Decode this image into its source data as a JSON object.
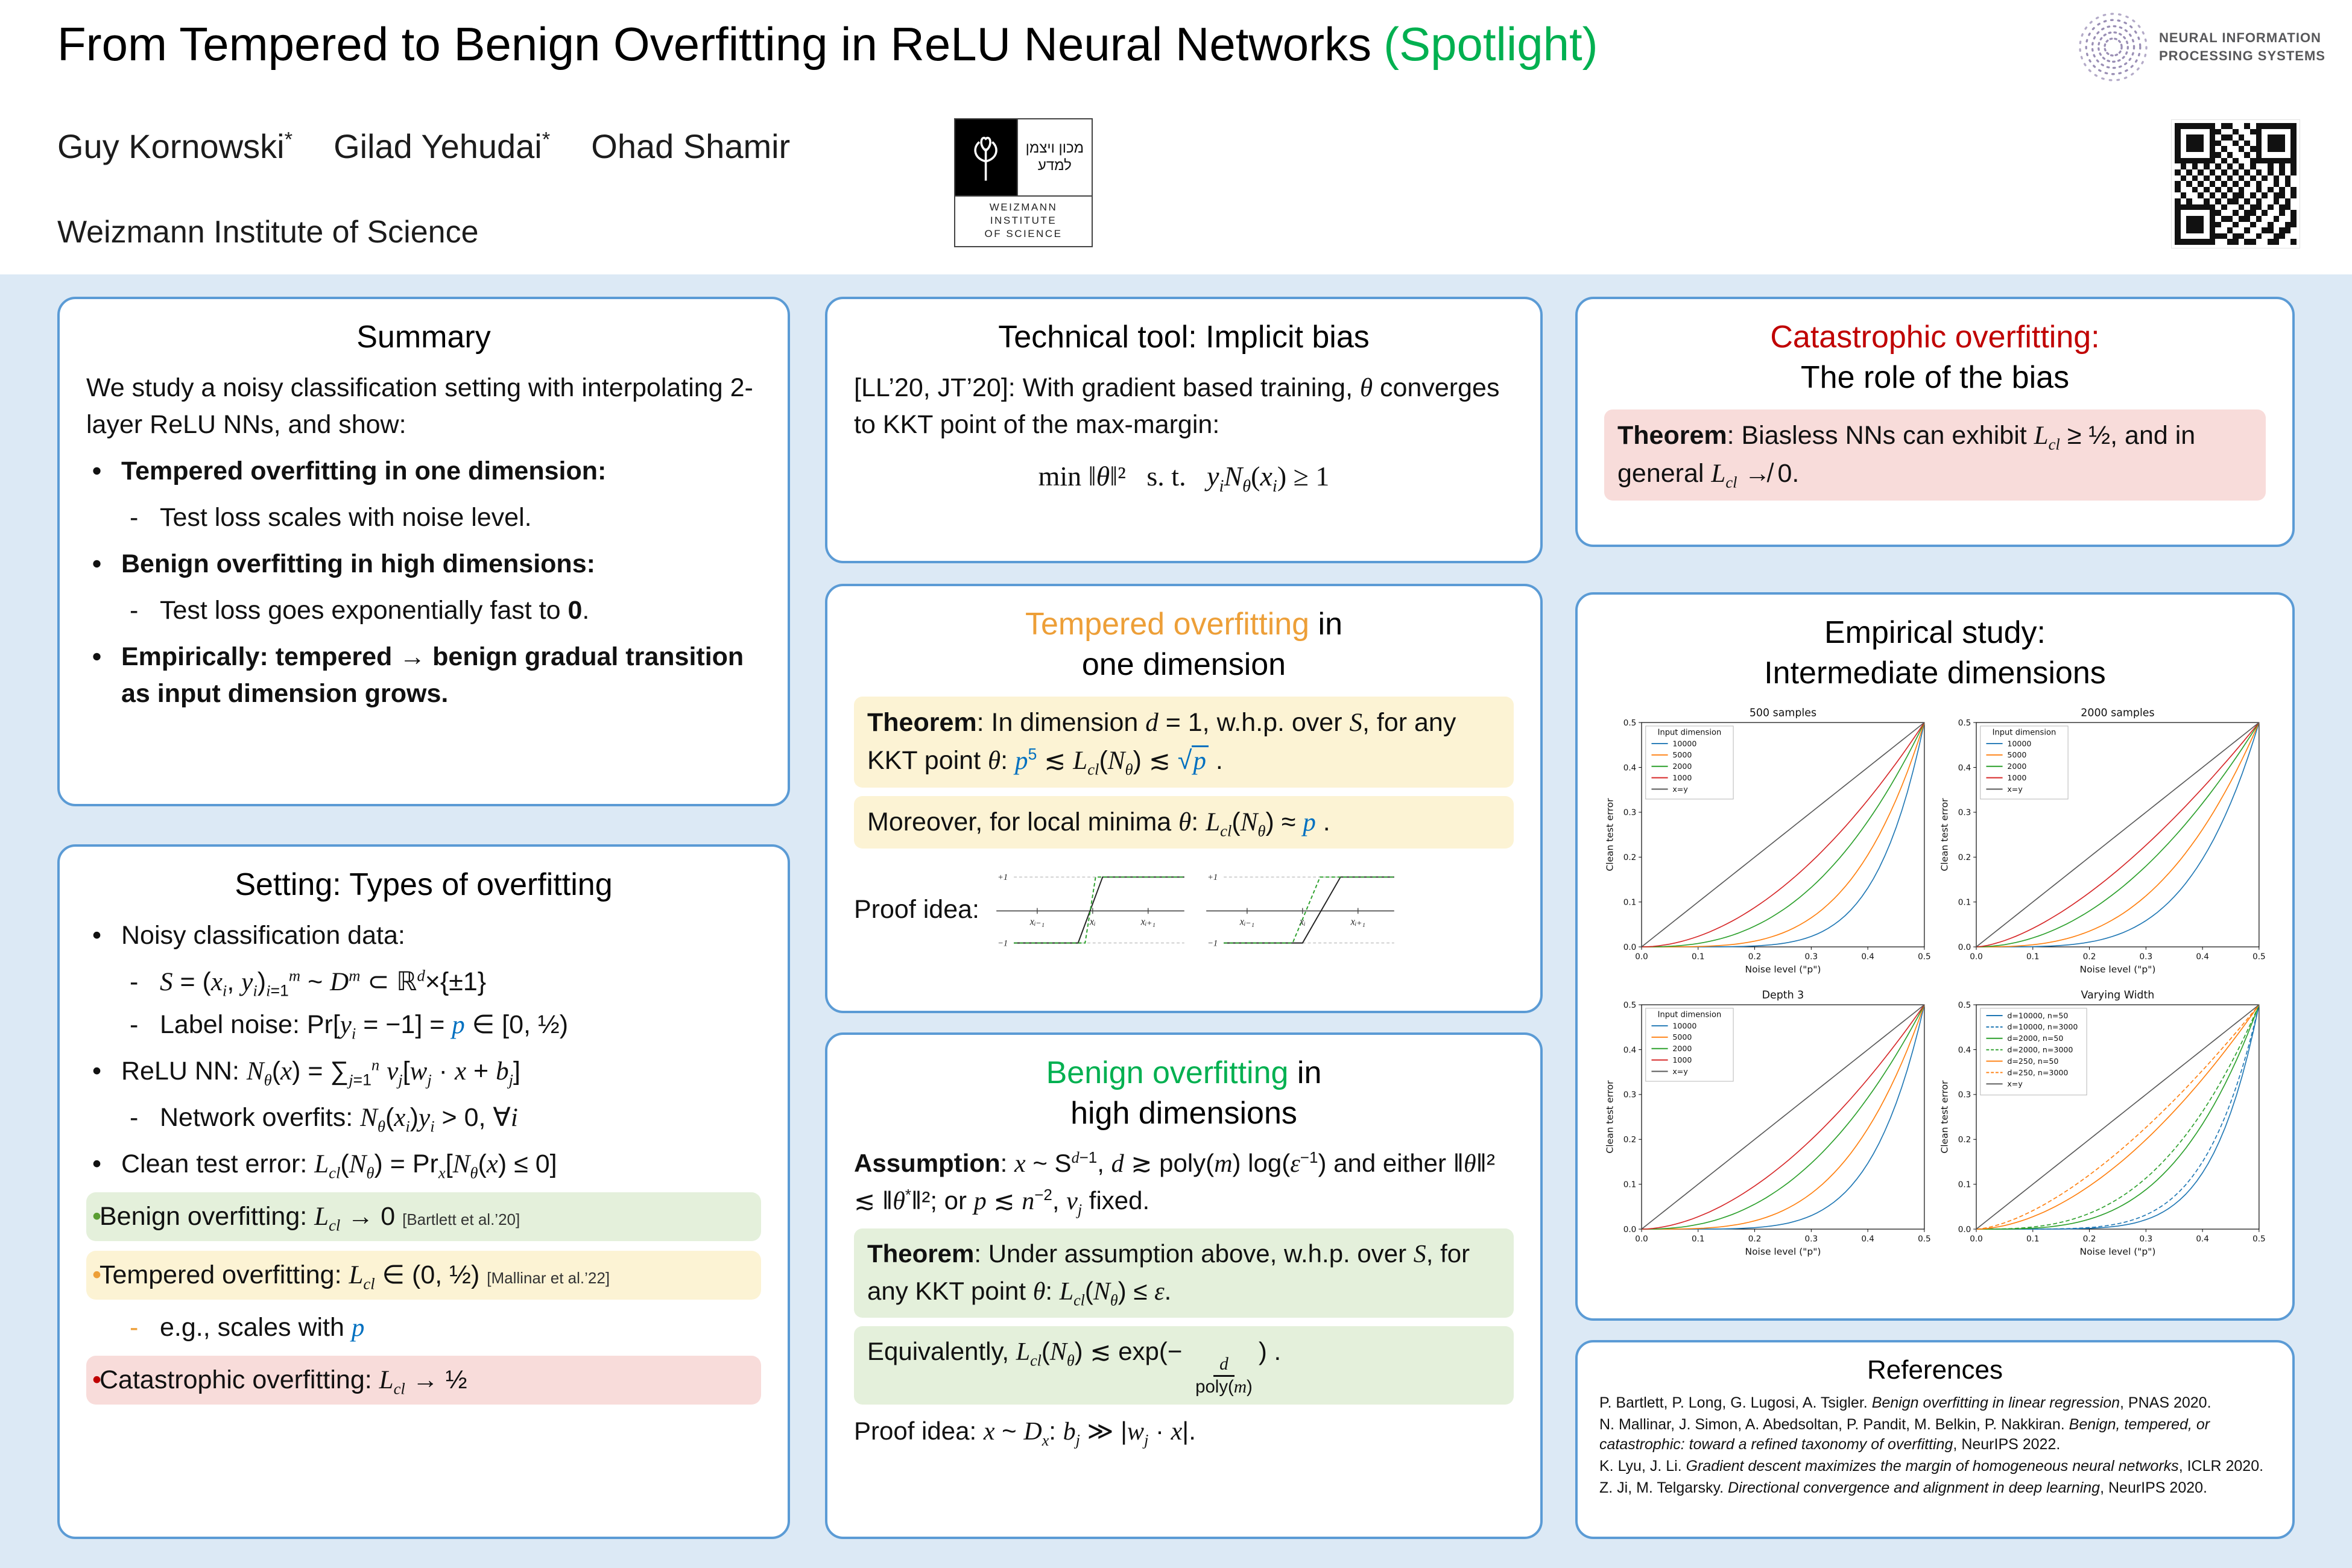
{
  "colors": {
    "body_background": "#dce9f5",
    "box_border": "#5b9bd5",
    "tempered_accent": "#ed9f38",
    "benign_accent": "#00b050",
    "catastrophic_accent": "#c00000",
    "p_blue": "#0070c0",
    "highlight_yellow": "#fcf3d4",
    "highlight_green": "#e4f0db",
    "highlight_pink": "#f8dcda"
  },
  "header": {
    "title": "From Tempered to Benign Overfitting in ReLU Neural Networks",
    "spotlight": "(Spotlight)",
    "authors": [
      "Guy Kornowski<sup>*</sup>",
      "Gilad Yehudai<sup>*</sup>",
      "Ohad Shamir"
    ],
    "affiliation": "Weizmann Institute of Science",
    "weizmann_logo": {
      "hebrew_line1": "מכון ויצמן",
      "hebrew_line2": "למדע",
      "lines": [
        "WEIZMANN",
        "INSTITUTE",
        "OF SCIENCE"
      ]
    },
    "neurips_logo": {
      "line1": "NEURAL INFORMATION",
      "line2": "PROCESSING SYSTEMS"
    }
  },
  "summary": {
    "heading": "Summary",
    "intro": "We study a noisy classification setting with interpolating 2-layer ReLU NNs, and show:",
    "b1": "Tempered overfitting in one dimension:",
    "b1_sub": "Test loss scales with noise level.",
    "b2": "Benign overfitting in high dimensions:",
    "b2_sub_html": "Test loss goes exponentially fast to <b>0</b>.",
    "b3": "Empirically: tempered → benign gradual transition as input dimension grows."
  },
  "setting": {
    "heading": "Setting: Types of overfitting",
    "item1": "Noisy classification data:",
    "item1_sub1_html": "<i>S</i> = (<i>x<sub>i</sub></i>, <i>y<sub>i</sub></i>)<sub><i>i</i>=1</sub><sup><i>m</i></sup> ~ <i>D</i><sup><i>m</i></sup> ⊂ ℝ<sup><i>d</i></sup>×{±1}",
    "item1_sub2_html": "Label noise: Pr[<i>y<sub>i</sub></i> = −1] = <span class='pblue'><i>p</i></span> ∈ [0, ½)",
    "item2_html": "ReLU NN: <i>N<sub>θ</sub></i>(<i>x</i>) = ∑<sub><i>j</i>=1</sub><sup><i>n</i></sup> <i>v<sub>j</sub></i>[<i>w<sub>j</sub></i> · <i>x</i> + <i>b<sub>j</sub></i>]",
    "item2_sub_html": "Network overfits: <i>N<sub>θ</sub></i>(<i>x<sub>i</sub></i>)<i>y<sub>i</sub></i> > 0,  ∀<i>i</i>",
    "item3_html": "Clean test error: <i>L<sub>cl</sub></i>(<i>N<sub>θ</sub></i>) = Pr<sub><i>x</i></sub>[<i>N<sub>θ</sub></i>(<i>x</i>) ≤ 0]",
    "benign_html": "Benign overfitting: <i>L<sub>cl</sub></i> → 0",
    "benign_cite": "[Bartlett et al.’20]",
    "tempered_html": "Tempered overfitting: <i>L<sub>cl</sub></i> ∈ (0, ½)",
    "tempered_cite": "[Mallinar et al.’22]",
    "tempered_sub_html": "e.g., scales with <span class='pblue'><i>p</i></span>",
    "catastrophic_html": "Catastrophic overfitting: <i>L<sub>cl</sub></i> → ½"
  },
  "technical": {
    "heading": "Technical tool: Implicit bias",
    "body_html": "[LL’20, JT’20]: With gradient based training, <i>θ</i> converges to KKT point of the max-margin:",
    "formula_html": "min ‖<i>θ</i>‖²&nbsp;&nbsp; s. t. &nbsp;&nbsp;<i>y<sub>i</sub></i><i>N<sub>θ</sub></i>(<i>x<sub>i</sub></i>) ≥ 1"
  },
  "tempered": {
    "heading_accent": "Tempered overfitting",
    "heading_rest": " in",
    "heading_line2": "one dimension",
    "theorem1_html": "<b>Theorem</b>: In dimension <i>d</i> = 1, w.h.p. over <i>S</i>, for any KKT point <i>θ</i>:  <span class='pblue'><i>p</i><sup>5</sup></span> ≲ <i>L<sub>cl</sub></i>(<i>N<sub>θ</sub></i>) ≲ <span class='pblue'>√<span class='ovl'><i>p</i></span></span> .",
    "theorem2_html": "Moreover, for local minima <i>θ</i>:  <i>L<sub>cl</sub></i>(<i>N<sub>θ</sub></i>) ≈ <span class='pblue'><i>p</i></span> .",
    "proof_label": "Proof idea:",
    "diagram_labels": {
      "plus": "+1",
      "minus": "−1",
      "x_prev": "xᵢ₋₁",
      "x_i": "xᵢ",
      "x_next": "xᵢ₊₁"
    }
  },
  "benign": {
    "heading_accent": "Benign overfitting",
    "heading_rest": " in",
    "heading_line2": "high dimensions",
    "assumption_html": "<b>Assumption</b>: <i>x</i> ~ S<sup><i>d</i>−1</sup>, <i>d</i> ≳ poly(<i>m</i>) log(<i>ε</i><sup>−1</sup>) and either ‖<i>θ</i>‖² ≲ ‖<i>θ</i><sup>*</sup>‖²; or <i>p</i> ≲ <i>n</i><sup>−2</sup>,  <i>v<sub>j</sub></i> fixed.",
    "theorem_html": "<b>Theorem</b>: Under assumption above, w.h.p. over <i>S</i>, for any KKT point <i>θ</i>:  <i>L<sub>cl</sub></i>(<i>N<sub>θ</sub></i>) ≤ <i>ε</i>.",
    "equiv_html": "Equivalently, <i>L<sub>cl</sub></i>(<i>N<sub>θ</sub></i>) ≲ exp(− <span class='frac'><span class='fnum'><i>d</i></span><span class='fden'>poly(<i>m</i>)</span></span>) .",
    "proof_html": "Proof idea: <i>x</i> ~ <i>D</i><sub><i>x</i></sub>:  <i>b<sub>j</sub></i> ≫ |<i>w<sub>j</sub></i> · <i>x</i>|."
  },
  "catastrophic": {
    "heading_accent": "Catastrophic overfitting:",
    "heading_line2": "The role of the bias",
    "theorem_html": "<b>Theorem</b>: Biasless NNs can exhibit <i>L<sub>cl</sub></i> ≥ ½, and in general <i>L<sub>cl</sub></i> ↛ 0."
  },
  "empirical": {
    "heading_line1": "Empirical study:",
    "heading_line2": "Intermediate dimensions"
  },
  "chart_data": [
    {
      "type": "line",
      "title": "500 samples",
      "xlabel": "Noise level (\"p\")",
      "ylabel": "Clean test error",
      "xlim": [
        0,
        0.5
      ],
      "ylim": [
        0,
        0.5
      ],
      "xticks": [
        0.0,
        0.1,
        0.2,
        0.3,
        0.4,
        0.5
      ],
      "yticks": [
        0.0,
        0.1,
        0.2,
        0.3,
        0.4,
        0.5
      ],
      "grid": false,
      "legend_position": "upper-left",
      "legend_title": "Input dimension",
      "curve_model": "y = 0.5*(2x)^a for x in [0,0.5]; a=1 is the x=y diagonal",
      "series": [
        {
          "label": "10000",
          "color": "#1f77b4",
          "dash": false,
          "a": 6.0
        },
        {
          "label": "5000",
          "color": "#ff7f0e",
          "dash": false,
          "a": 4.0
        },
        {
          "label": "2000",
          "color": "#2ca02c",
          "dash": false,
          "a": 2.6
        },
        {
          "label": "1000",
          "color": "#d62728",
          "dash": false,
          "a": 1.9
        },
        {
          "label": "x=y",
          "color": "#595959",
          "dash": false,
          "a": 1.0
        }
      ]
    },
    {
      "type": "line",
      "title": "2000 samples",
      "xlabel": "Noise level (\"p\")",
      "ylabel": "Clean test error",
      "xlim": [
        0,
        0.5
      ],
      "ylim": [
        0,
        0.5
      ],
      "xticks": [
        0.0,
        0.1,
        0.2,
        0.3,
        0.4,
        0.5
      ],
      "yticks": [
        0.0,
        0.1,
        0.2,
        0.3,
        0.4,
        0.5
      ],
      "grid": false,
      "legend_position": "upper-left",
      "legend_title": "Input dimension",
      "curve_model": "y = 0.5*(2x)^a for x in [0,0.5]; a=1 is the x=y diagonal",
      "series": [
        {
          "label": "10000",
          "color": "#1f77b4",
          "dash": false,
          "a": 4.2
        },
        {
          "label": "5000",
          "color": "#ff7f0e",
          "dash": false,
          "a": 2.9
        },
        {
          "label": "2000",
          "color": "#2ca02c",
          "dash": false,
          "a": 2.0
        },
        {
          "label": "1000",
          "color": "#d62728",
          "dash": false,
          "a": 1.55
        },
        {
          "label": "x=y",
          "color": "#595959",
          "dash": false,
          "a": 1.0
        }
      ]
    },
    {
      "type": "line",
      "title": "Depth 3",
      "xlabel": "Noise level (\"p\")",
      "ylabel": "Clean test error",
      "xlim": [
        0,
        0.5
      ],
      "ylim": [
        0,
        0.5
      ],
      "xticks": [
        0.0,
        0.1,
        0.2,
        0.3,
        0.4,
        0.5
      ],
      "yticks": [
        0.0,
        0.1,
        0.2,
        0.3,
        0.4,
        0.5
      ],
      "grid": false,
      "legend_position": "upper-left",
      "legend_title": "Input dimension",
      "curve_model": "y = 0.5*(2x)^a for x in [0,0.5]; a=1 is the x=y diagonal",
      "series": [
        {
          "label": "10000",
          "color": "#1f77b4",
          "dash": false,
          "a": 5.5
        },
        {
          "label": "5000",
          "color": "#ff7f0e",
          "dash": false,
          "a": 3.6
        },
        {
          "label": "2000",
          "color": "#2ca02c",
          "dash": false,
          "a": 2.4
        },
        {
          "label": "1000",
          "color": "#d62728",
          "dash": false,
          "a": 1.8
        },
        {
          "label": "x=y",
          "color": "#595959",
          "dash": false,
          "a": 1.0
        }
      ]
    },
    {
      "type": "line",
      "title": "Varying Width",
      "xlabel": "Noise level (\"p\")",
      "ylabel": "Clean test error",
      "xlim": [
        0,
        0.5
      ],
      "ylim": [
        0,
        0.5
      ],
      "xticks": [
        0.0,
        0.1,
        0.2,
        0.3,
        0.4,
        0.5
      ],
      "yticks": [
        0.0,
        0.1,
        0.2,
        0.3,
        0.4,
        0.5
      ],
      "grid": false,
      "legend_position": "upper-left",
      "curve_model": "y = 0.5*(2x)^a for x in [0,0.5]; a=1 is the x=y diagonal",
      "series": [
        {
          "label": "d=10000, n=50",
          "color": "#1f77b4",
          "dash": false,
          "a": 6.2
        },
        {
          "label": "d=10000, n=3000",
          "color": "#1f77b4",
          "dash": true,
          "a": 5.4
        },
        {
          "label": "d=2000, n=50",
          "color": "#2ca02c",
          "dash": false,
          "a": 3.4
        },
        {
          "label": "d=2000, n=3000",
          "color": "#2ca02c",
          "dash": true,
          "a": 2.9
        },
        {
          "label": "d=250, n=50",
          "color": "#ff7f0e",
          "dash": false,
          "a": 1.8
        },
        {
          "label": "d=250, n=3000",
          "color": "#ff7f0e",
          "dash": true,
          "a": 1.55
        },
        {
          "label": "x=y",
          "color": "#595959",
          "dash": false,
          "a": 1.0
        }
      ]
    }
  ],
  "references": {
    "heading": "References",
    "items_html": [
      "P. Bartlett, P. Long, G. Lugosi, A. Tsigler. <em>Benign overfitting in linear regression</em>, PNAS 2020.",
      "N. Mallinar, J. Simon, A. Abedsoltan, P. Pandit, M. Belkin, P. Nakkiran. <em>Benign, tempered, or catastrophic: toward a refined taxonomy of overfitting</em>, NeurIPS 2022.",
      "K. Lyu, J. Li. <em>Gradient descent maximizes the margin of homogeneous neural networks</em>, ICLR 2020.",
      "Z. Ji, M. Telgarsky. <em>Directional convergence and alignment in deep learning</em>, NeurIPS 2020."
    ]
  }
}
